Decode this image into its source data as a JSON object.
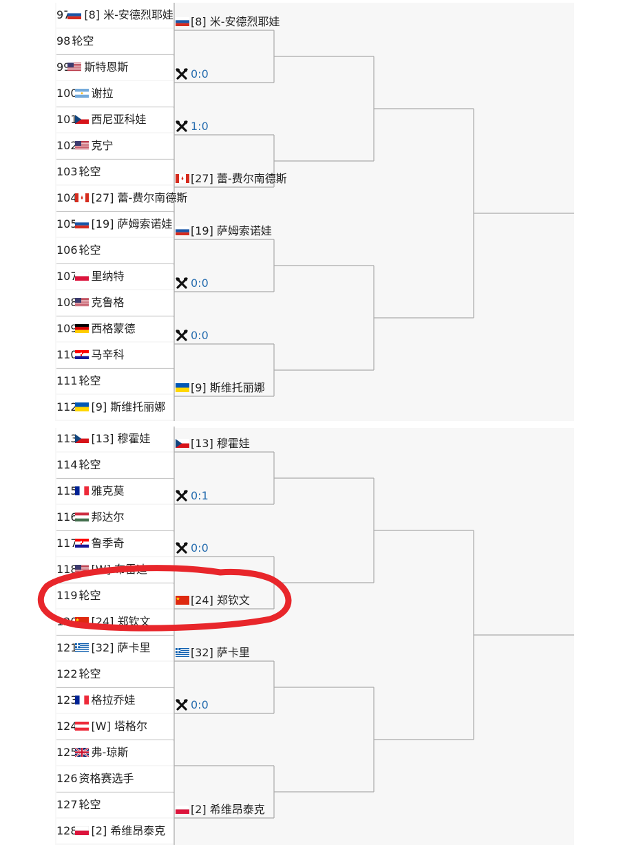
{
  "colors": {
    "score": "#2a6fb0",
    "line": "#aaaaaa",
    "annotation": "#e8262b"
  },
  "round1": [
    {
      "num": "97",
      "flag": "russia",
      "name": "[8] 米-安德烈耶娃"
    },
    {
      "num": "98",
      "flag": "",
      "name": "轮空"
    },
    {
      "num": "99",
      "flag": "usa",
      "name": "斯特恩斯"
    },
    {
      "num": "100",
      "flag": "argentina",
      "name": "谢拉"
    },
    {
      "num": "101",
      "flag": "czech",
      "name": "西尼亚科娃"
    },
    {
      "num": "102",
      "flag": "usa",
      "name": "克宁"
    },
    {
      "num": "103",
      "flag": "",
      "name": "轮空"
    },
    {
      "num": "104",
      "flag": "canada",
      "name": "[27] 蕾-费尔南德斯"
    },
    {
      "num": "105",
      "flag": "russia",
      "name": "[19] 萨姆索诺娃"
    },
    {
      "num": "106",
      "flag": "",
      "name": "轮空"
    },
    {
      "num": "107",
      "flag": "poland",
      "name": "里纳特"
    },
    {
      "num": "108",
      "flag": "usa",
      "name": "克鲁格"
    },
    {
      "num": "109",
      "flag": "germany",
      "name": "西格蒙德"
    },
    {
      "num": "110",
      "flag": "croatia",
      "name": "马辛科"
    },
    {
      "num": "111",
      "flag": "",
      "name": "轮空"
    },
    {
      "num": "112",
      "flag": "ukraine",
      "name": "[9] 斯维托丽娜"
    },
    {
      "num": "113",
      "flag": "czech",
      "name": "[13] 穆霍娃"
    },
    {
      "num": "114",
      "flag": "",
      "name": "轮空"
    },
    {
      "num": "115",
      "flag": "france",
      "name": "雅克莫"
    },
    {
      "num": "116",
      "flag": "hungary",
      "name": "邦达尔"
    },
    {
      "num": "117",
      "flag": "croatia",
      "name": "鲁季奇"
    },
    {
      "num": "118",
      "flag": "usa",
      "name": "[W] 布雷迪"
    },
    {
      "num": "119",
      "flag": "",
      "name": "轮空"
    },
    {
      "num": "120",
      "flag": "china",
      "name": "[24] 郑钦文"
    },
    {
      "num": "121",
      "flag": "greece",
      "name": "[32] 萨卡里"
    },
    {
      "num": "122",
      "flag": "",
      "name": "轮空"
    },
    {
      "num": "123",
      "flag": "france",
      "name": "格拉乔娃"
    },
    {
      "num": "124",
      "flag": "austria",
      "name": "[W] 塔格尔"
    },
    {
      "num": "125",
      "flag": "uk",
      "name": "弗-琼斯"
    },
    {
      "num": "126",
      "flag": "",
      "name": "资格赛选手"
    },
    {
      "num": "127",
      "flag": "",
      "name": "轮空"
    },
    {
      "num": "128",
      "flag": "poland",
      "name": "[2] 希维昂泰克"
    }
  ],
  "round2": [
    {
      "type": "player",
      "flag": "russia",
      "name": "[8] 米-安德烈耶娃"
    },
    {
      "type": "score",
      "icon": "crossed-rackets-icon",
      "score": "0:0"
    },
    {
      "type": "score",
      "icon": "crossed-rackets-icon",
      "score": "1:0"
    },
    {
      "type": "player",
      "flag": "canada",
      "name": "[27] 蕾-费尔南德斯"
    },
    {
      "type": "player",
      "flag": "russia",
      "name": "[19] 萨姆索诺娃"
    },
    {
      "type": "score",
      "icon": "crossed-rackets-icon",
      "score": "0:0"
    },
    {
      "type": "score",
      "icon": "crossed-rackets-icon",
      "score": "0:0"
    },
    {
      "type": "player",
      "flag": "ukraine",
      "name": "[9] 斯维托丽娜"
    },
    {
      "type": "player",
      "flag": "czech",
      "name": "[13] 穆霍娃"
    },
    {
      "type": "score",
      "icon": "crossed-rackets-icon",
      "score": "0:1"
    },
    {
      "type": "score",
      "icon": "crossed-rackets-icon",
      "score": "0:0"
    },
    {
      "type": "player",
      "flag": "china",
      "name": "[24] 郑钦文"
    },
    {
      "type": "player",
      "flag": "greece",
      "name": "[32] 萨卡里"
    },
    {
      "type": "score",
      "icon": "crossed-rackets-icon",
      "score": "0:0"
    },
    {
      "type": "empty"
    },
    {
      "type": "player",
      "flag": "poland",
      "name": "[2] 希维昂泰克"
    }
  ]
}
